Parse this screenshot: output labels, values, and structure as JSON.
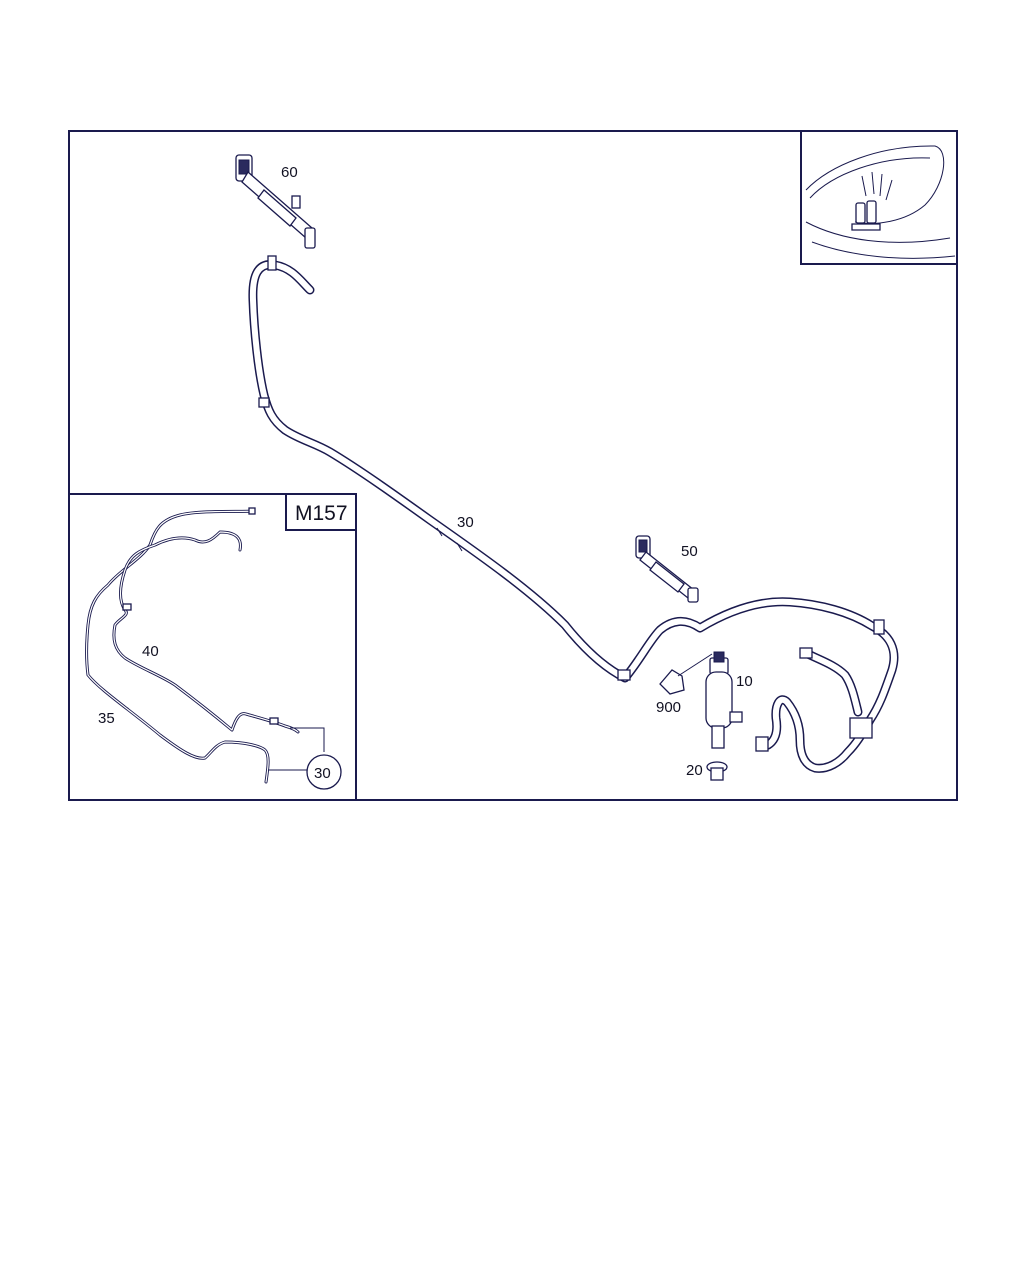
{
  "diagram": {
    "parts": [
      {
        "id": "p60",
        "label": "60"
      },
      {
        "id": "p30",
        "label": "30"
      },
      {
        "id": "p50",
        "label": "50"
      },
      {
        "id": "p10",
        "label": "10"
      },
      {
        "id": "p900",
        "label": "900"
      },
      {
        "id": "p20",
        "label": "20"
      },
      {
        "id": "p40",
        "label": "40"
      },
      {
        "id": "p35",
        "label": "35"
      },
      {
        "id": "p30ref",
        "label": "30"
      }
    ],
    "inset": {
      "model_label": "M157"
    },
    "colors": {
      "line": "#1a1a4e",
      "background": "#ffffff"
    }
  }
}
